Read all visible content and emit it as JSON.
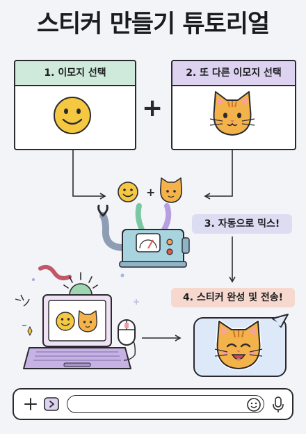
{
  "title": "스티커 만들기 튜토리얼",
  "steps": [
    {
      "label": "1. 이모지 선택",
      "color": "#cfeadb"
    },
    {
      "label": "2. 또 다른 이모지 선택",
      "color": "#ddd3f1"
    },
    {
      "label": "3. 자동으로 믹스!",
      "color": "#dcdcf3"
    },
    {
      "label": "4. 스티커 완성 및 전송!",
      "color": "#f6d8cf"
    }
  ],
  "plus_sign": "+",
  "icons": {
    "smiley": "smiley-emoji-icon",
    "cat": "cat-emoji-icon",
    "mixer": "mixing-machine-icon",
    "laptop": "laptop-icon",
    "mouse": "mouse-icon",
    "add": "plus-icon",
    "sticker": "sticker-icon",
    "emoji": "emoji-icon",
    "mic": "microphone-icon"
  },
  "chat": {
    "input_value": "",
    "input_placeholder": ""
  },
  "colors": {
    "smiley": "#f5c842",
    "cat": "#f4b24a",
    "outline": "#2a2a2e",
    "machine": "#a8d4e0",
    "bubble": "#dde9f8",
    "laptop_screen": "#efe2f4"
  }
}
